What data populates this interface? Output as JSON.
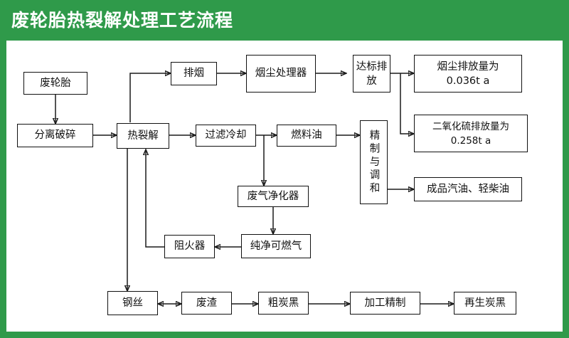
{
  "header": {
    "title": "废轮胎热裂解处理工艺流程",
    "background_color": "#2f9a4a",
    "text_color": "#ffffff"
  },
  "canvas": {
    "background_color": "#ffffff",
    "border_color": "#2f9a4a",
    "node_border_color": "#111111",
    "connector_color": "#1a1a1a"
  },
  "nodes": {
    "waste_tire": "废轮胎",
    "separation_crushing": "分离破碎",
    "pyrolysis": "热裂解",
    "exhaust_smoke": "排烟",
    "dust_processor": "烟尘处理器",
    "compliant_discharge": "达标排放",
    "dust_emission_line1": "烟尘排放量为",
    "dust_emission_line2": "0.036t a",
    "so2_emission_line1": "二氧化硫排放量为",
    "so2_emission_line2": "0.258t a",
    "filter_cooling": "过滤冷却",
    "fuel_oil": "燃料油",
    "refine_blend": "精制与调和",
    "finished_oil": "成品汽油、轻柴油",
    "exhaust_purifier": "废气净化器",
    "clean_combustible_gas": "纯净可燃气",
    "flame_arrester": "阻火器",
    "steel_wire": "钢丝",
    "waste_residue": "废渣",
    "crude_carbon_black": "粗炭黑",
    "processing_refining": "加工精制",
    "recycled_carbon_black": "再生炭黑"
  },
  "flow_edges": [
    {
      "from": "废轮胎",
      "to": "分离破碎",
      "type": "single"
    },
    {
      "from": "分离破碎",
      "to": "热裂解",
      "type": "single"
    },
    {
      "from": "热裂解",
      "to": "排烟",
      "type": "single"
    },
    {
      "from": "排烟",
      "to": "烟尘处理器",
      "type": "single"
    },
    {
      "from": "烟尘处理器",
      "to": "达标排放",
      "type": "single"
    },
    {
      "from": "达标排放",
      "to": "烟尘排放量为 0.036t a",
      "type": "single"
    },
    {
      "from": "达标排放",
      "to": "二氧化硫排放量为 0.258t a",
      "type": "single"
    },
    {
      "from": "热裂解",
      "to": "过滤冷却",
      "type": "single"
    },
    {
      "from": "过滤冷却",
      "to": "燃料油",
      "type": "single"
    },
    {
      "from": "过滤冷却",
      "to": "废气净化器",
      "type": "single"
    },
    {
      "from": "燃料油",
      "to": "精制与调和",
      "type": "single"
    },
    {
      "from": "精制与调和",
      "to": "成品汽油、轻柴油",
      "type": "single"
    },
    {
      "from": "废气净化器",
      "to": "纯净可燃气",
      "type": "single"
    },
    {
      "from": "纯净可燃气",
      "to": "阻火器",
      "type": "single"
    },
    {
      "from": "阻火器",
      "to": "热裂解",
      "type": "single"
    },
    {
      "from": "热裂解",
      "to": "钢丝",
      "type": "single"
    },
    {
      "from": "钢丝",
      "to": "废渣",
      "type": "double"
    },
    {
      "from": "废渣",
      "to": "粗炭黑",
      "type": "single"
    },
    {
      "from": "粗炭黑",
      "to": "加工精制",
      "type": "single"
    },
    {
      "from": "加工精制",
      "to": "再生炭黑",
      "type": "single"
    }
  ]
}
